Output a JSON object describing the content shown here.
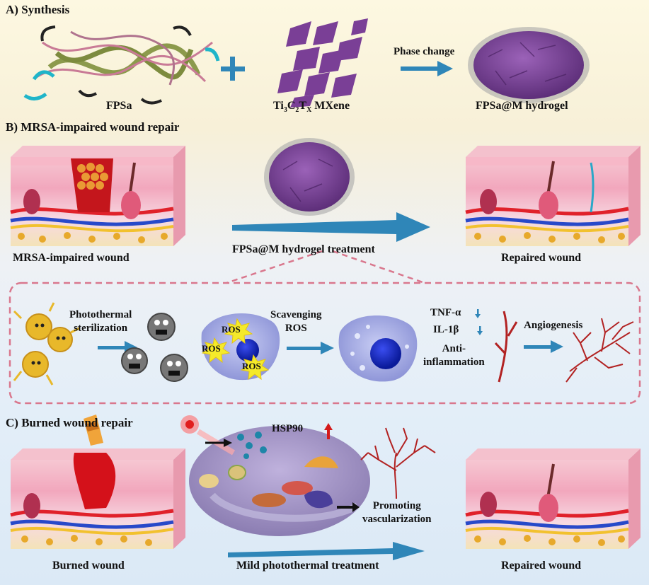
{
  "sections": {
    "synthesis": "A) Synthesis",
    "mrsa": "B) MRSA-impaired wound repair",
    "burned": "C) Burned wound repair"
  },
  "synthesis": {
    "fpsa": "FPSa",
    "mxene_main": "Ti",
    "mxene_sub1": "3",
    "mxene_c": "C",
    "mxene_sub2": "2",
    "mxene_t": "T",
    "mxene_sub3": "X",
    "mxene_tail": " MXene",
    "phase_change": "Phase change",
    "hydrogel": "FPSa@M hydrogel"
  },
  "mrsa_repair": {
    "left_caption": "MRSA-impaired wound",
    "treatment": "FPSa@M hydrogel treatment",
    "right_caption": "Repaired wound"
  },
  "mechanism": {
    "photothermal_1": "Photothermal",
    "photothermal_2": "sterilization",
    "ros": "ROS",
    "scavenging_1": "Scavenging",
    "scavenging_2": "ROS",
    "tnf": "TNF-α",
    "il": "IL-1β",
    "anti_1": "Anti-",
    "anti_2": "inflammation",
    "angiogenesis": "Angiogenesis"
  },
  "burned_repair": {
    "left_caption": "Burned wound",
    "hsp": "HSP90",
    "promoting_1": "Promoting",
    "promoting_2": "vascularization",
    "treatment": "Mild photothermal treatment",
    "right_caption": "Repaired wound"
  },
  "colors": {
    "arrow_blue": "#2f86b8",
    "purple": "#7a3f96",
    "dashed_pink": "#d9778d",
    "vessel_red": "#b22222"
  }
}
